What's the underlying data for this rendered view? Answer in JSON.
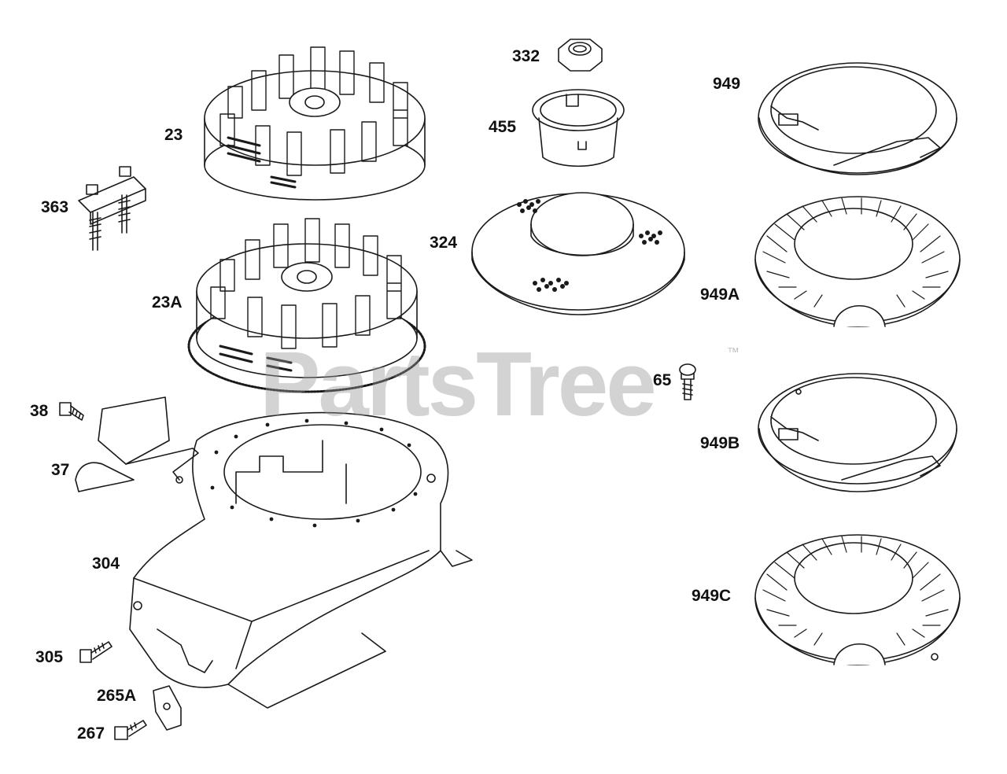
{
  "diagram": {
    "labels": {
      "p23": "23",
      "p23A": "23A",
      "p363": "363",
      "p38": "38",
      "p37": "37",
      "p304": "304",
      "p305": "305",
      "p265A": "265A",
      "p267": "267",
      "p332": "332",
      "p455": "455",
      "p324": "324",
      "p65": "65",
      "p949": "949",
      "p949A": "949A",
      "p949B": "949B",
      "p949C": "949C"
    },
    "watermark": {
      "brand": "PartsTree",
      "trademark": "™"
    },
    "colors": {
      "line": "#1a1a1a",
      "fill": "#ffffff",
      "label": "#111111",
      "watermark": "#969696"
    }
  }
}
